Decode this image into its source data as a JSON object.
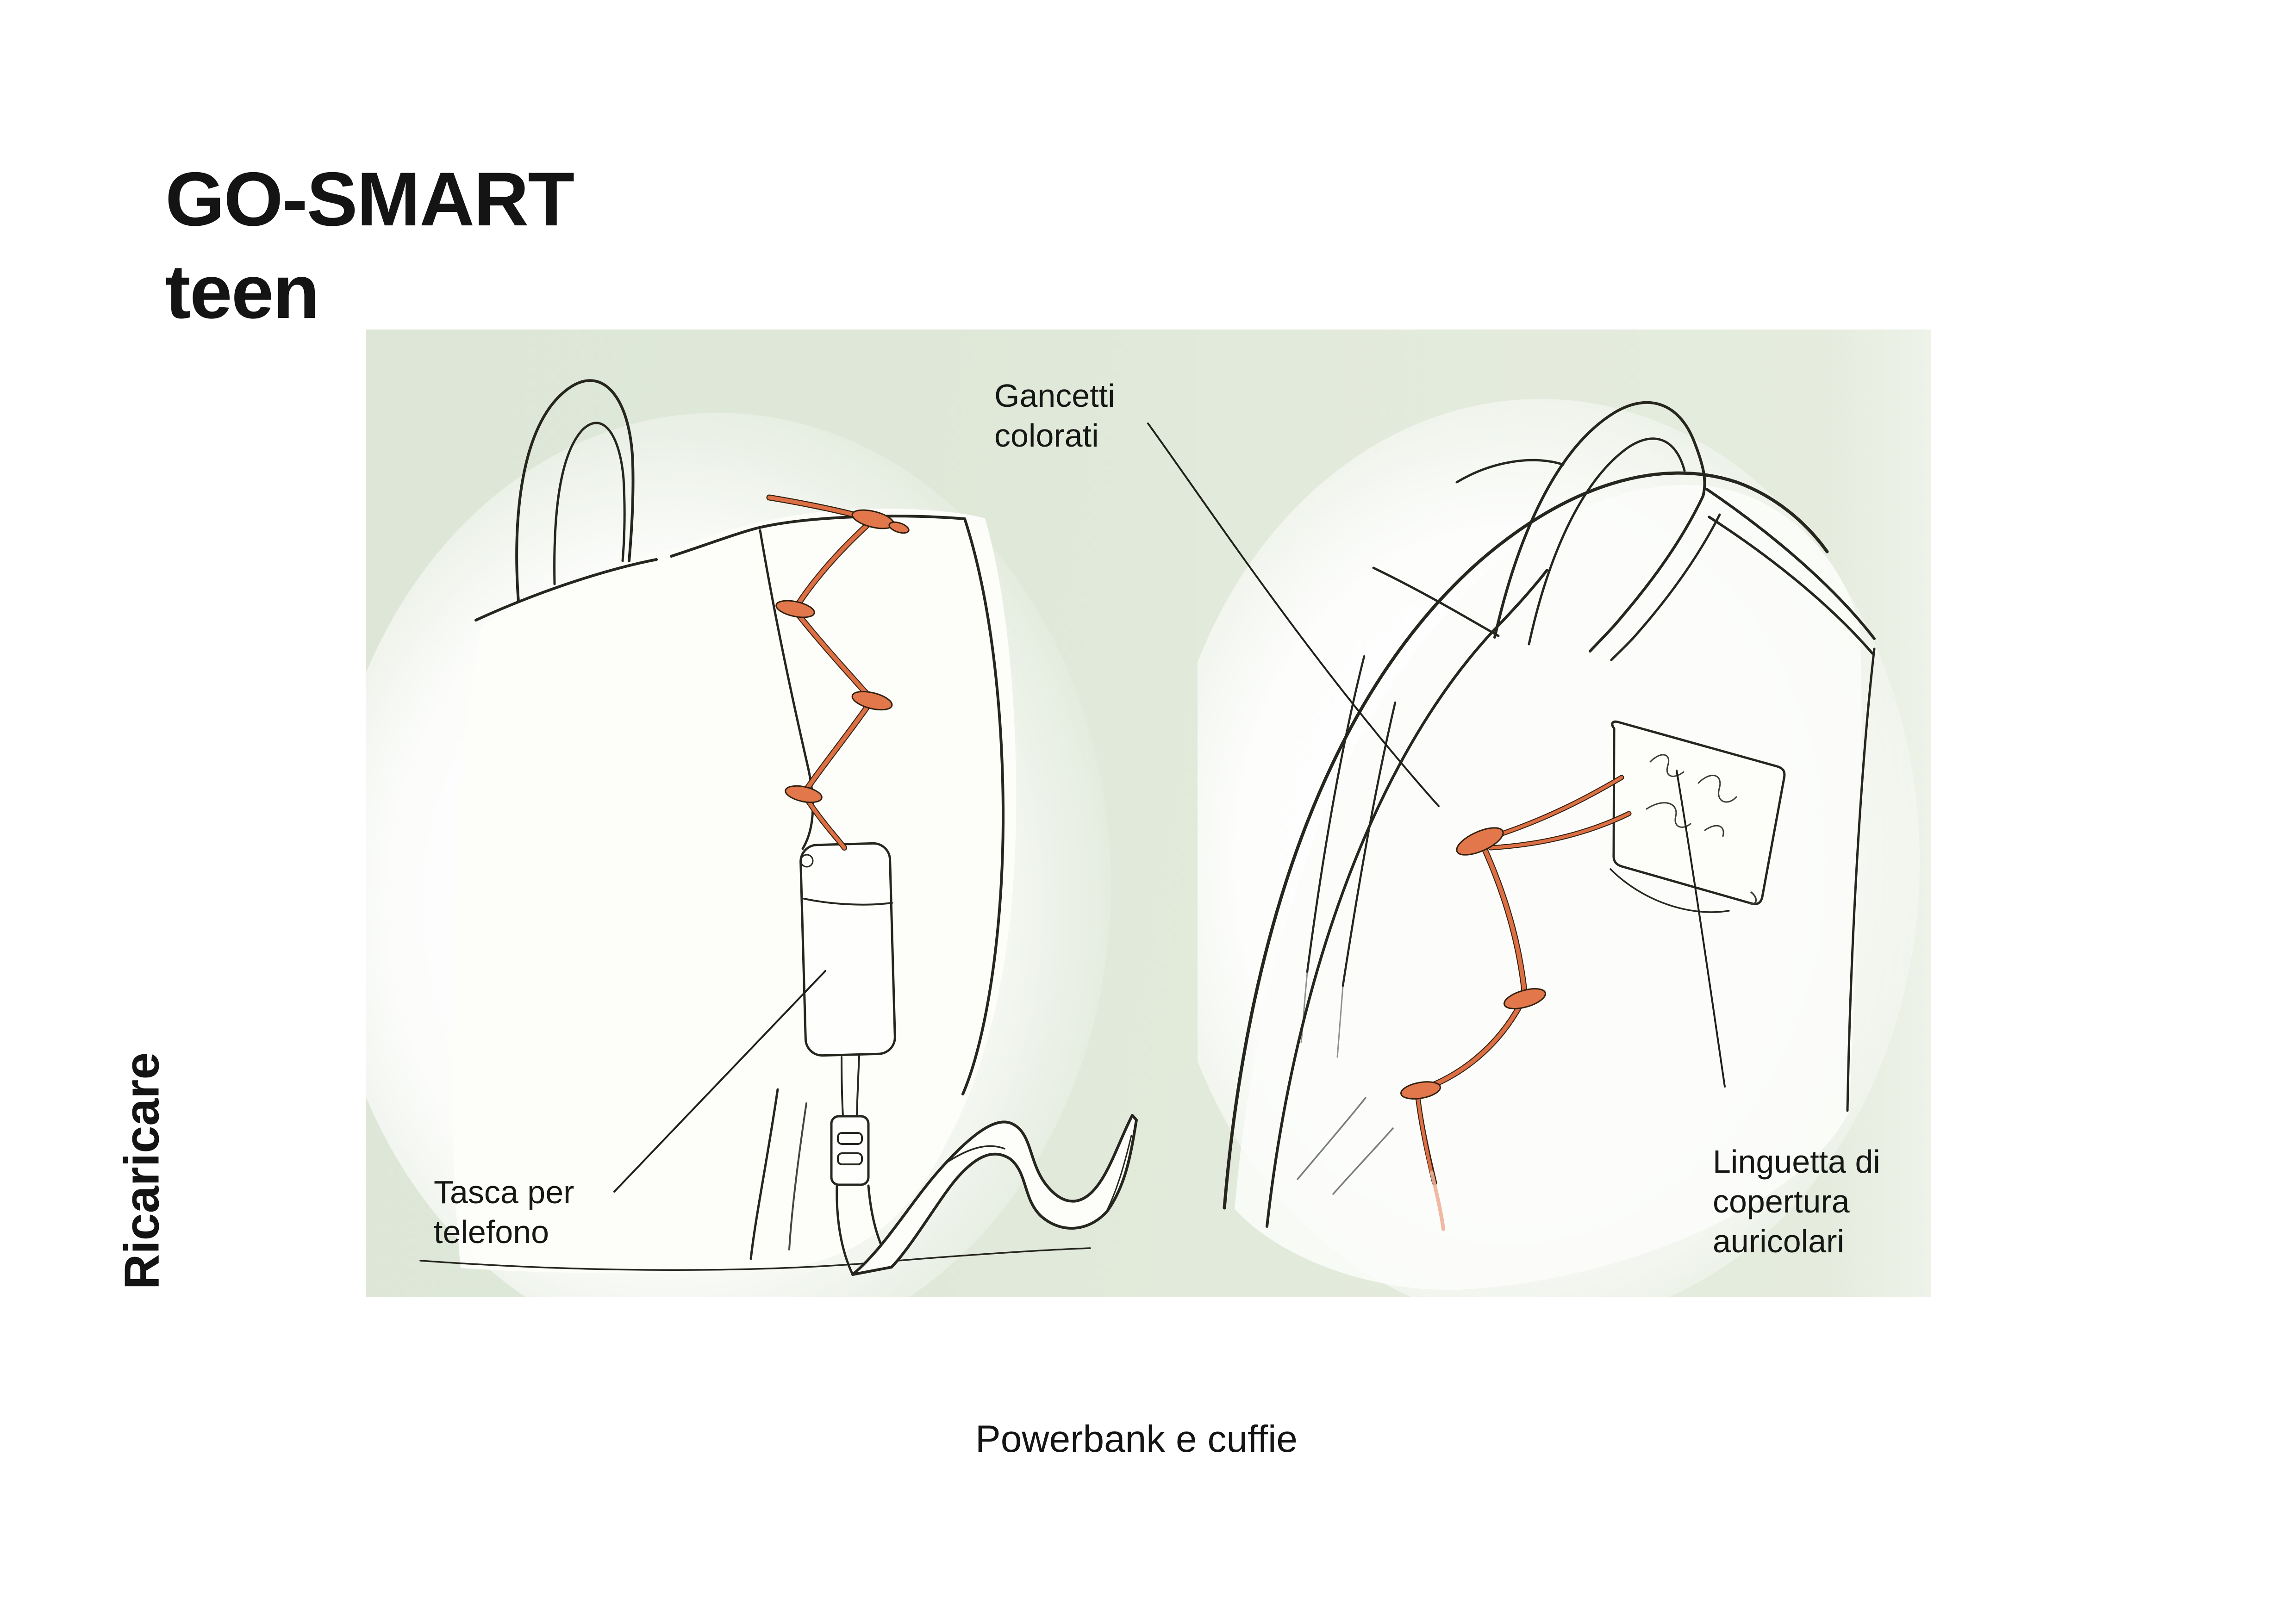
{
  "title": {
    "line1": "GO-SMART",
    "line2": "teen"
  },
  "side_label": "Ricaricare",
  "caption": "Powerbank e cuffie",
  "annotations": {
    "gancetti": {
      "lines": [
        "Gancetti",
        "colorati"
      ]
    },
    "tasca": {
      "lines": [
        "Tasca per",
        "telefono"
      ]
    },
    "linguetta": {
      "lines": [
        "Linguetta di",
        "copertura",
        "auricolari"
      ]
    }
  },
  "figures": {
    "left": "backpack-side-view-sketch-with-phone-pocket-and-elastic-cord",
    "right": "backpack-top-back-view-sketch-with-hooks-and-earphone-cover-tab"
  },
  "colors": {
    "page_bg": "#ffffff",
    "panel_left_bg": "#dfe8d8",
    "panel_right_bg": "#e5ecde",
    "ink": "#26261f",
    "accent_orange": "#dd6f44",
    "accent_orange_light": "#f0b098",
    "text": "#141414"
  }
}
